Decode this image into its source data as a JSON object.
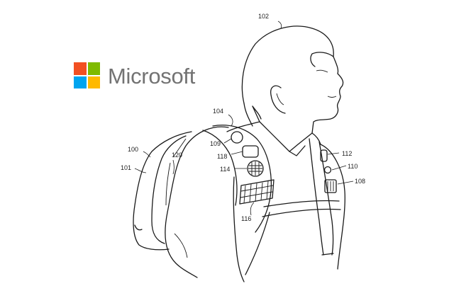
{
  "brand": {
    "name": "Microsoft",
    "colors": {
      "red": "#F25022",
      "green": "#7FBA00",
      "blue": "#00A4EF",
      "yellow": "#FFB900",
      "wordmark": "#737373"
    }
  },
  "reference_numerals": {
    "person": "102",
    "strap_top": "104",
    "backpack": "100",
    "pack_edge": "101",
    "inner_panel": "120",
    "circle_sensor": "109",
    "pad_sensor": "118",
    "speaker": "114",
    "strap_mesh": "116",
    "clip_upper": "112",
    "clip_ring": "110",
    "chest_pocket": "108"
  },
  "icons": {
    "logo": "microsoft-four-square-logo"
  }
}
